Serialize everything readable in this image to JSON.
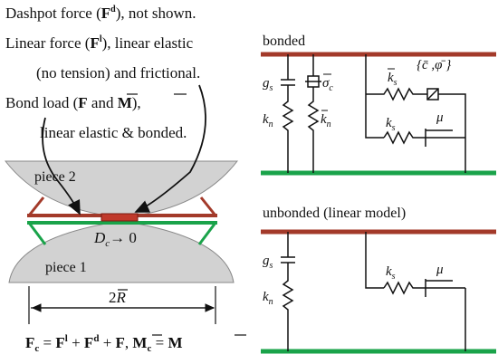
{
  "notes": {
    "line1_pre": "Dashpot force",
    "line1_bold": "F",
    "line1_sup": "d",
    "line1_post": ", not shown.",
    "line2_pre": "Linear force",
    "line2_bold": "F",
    "line2_sup": "l",
    "line2_post": ", linear elastic",
    "line3": "(no tension) and frictional.",
    "line4_pre": "Bond load",
    "line4_f": "F",
    "line4_and": "and",
    "line4_m": "M",
    "line5": "linear elastic & bonded."
  },
  "left": {
    "piece2": "piece 2",
    "piece1": "piece 1",
    "dc": "D",
    "dc_sub": "c",
    "dc_arrow": "→ 0",
    "width_label": "2",
    "width_R": "R",
    "equation": {
      "Fc": "F",
      "c": "c",
      "eq1": " = ",
      "Fl": "F",
      "l": "l",
      "plus1": " + ",
      "Fd": "F",
      "d": "d",
      "plus2": " + ",
      "Fbar": "F",
      "sep": ",  ",
      "Mc": "M",
      "c2": "c",
      "eq2": " = ",
      "Mbar": "M"
    }
  },
  "bonded": {
    "title": "bonded",
    "gs": "g",
    "gs_sub": "s",
    "kn": "k",
    "kn_sub": "n",
    "sigma": "σ",
    "sigma_sub": "c",
    "kn_bar": "k",
    "kn_bar_sub": "n",
    "ks_bar": "k",
    "ks_bar_sub": "s",
    "c_phi": "{c̄ ,φ̄ }",
    "ks": "k",
    "ks_sub": "s",
    "mu": "μ"
  },
  "unbonded": {
    "title": "unbonded (linear model)",
    "gs": "g",
    "gs_sub": "s",
    "kn": "k",
    "kn_sub": "n",
    "ks": "k",
    "ks_sub": "s",
    "mu": "μ"
  },
  "colors": {
    "rail_red": "#a33a2a",
    "rail_green": "#1aa34a",
    "piece_fill": "#d2d2d2",
    "bond_red": "#c0392b"
  }
}
